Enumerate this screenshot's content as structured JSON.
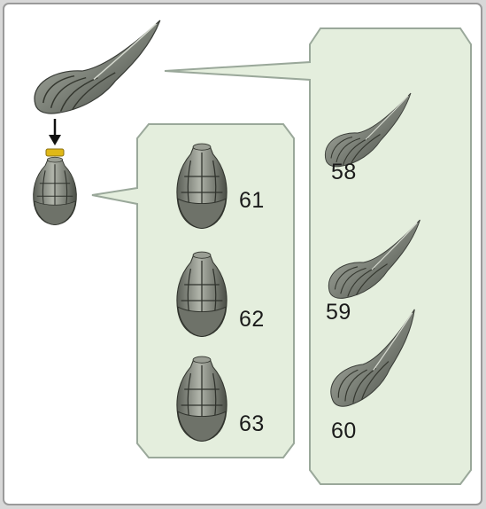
{
  "instruction": {
    "arrow": "down-arrow-icon",
    "connector_color": "#e0b818"
  },
  "colors": {
    "page_bg": "#d8d8d8",
    "panel_bg": "#ffffff",
    "callout_bg": "#e4eedd",
    "callout_border": "#9aa89a",
    "part_fill": "#8a8e86",
    "part_dark": "#4a4e48"
  },
  "right_callout": {
    "parts": [
      {
        "label": "58",
        "icon": "tail-variant-short-icon"
      },
      {
        "label": "59",
        "icon": "tail-variant-medium-icon"
      },
      {
        "label": "60",
        "icon": "tail-variant-long-icon"
      }
    ]
  },
  "left_callout": {
    "parts": [
      {
        "label": "61",
        "icon": "head-variant-a-icon"
      },
      {
        "label": "62",
        "icon": "head-variant-b-icon"
      },
      {
        "label": "63",
        "icon": "head-variant-c-icon"
      }
    ]
  }
}
